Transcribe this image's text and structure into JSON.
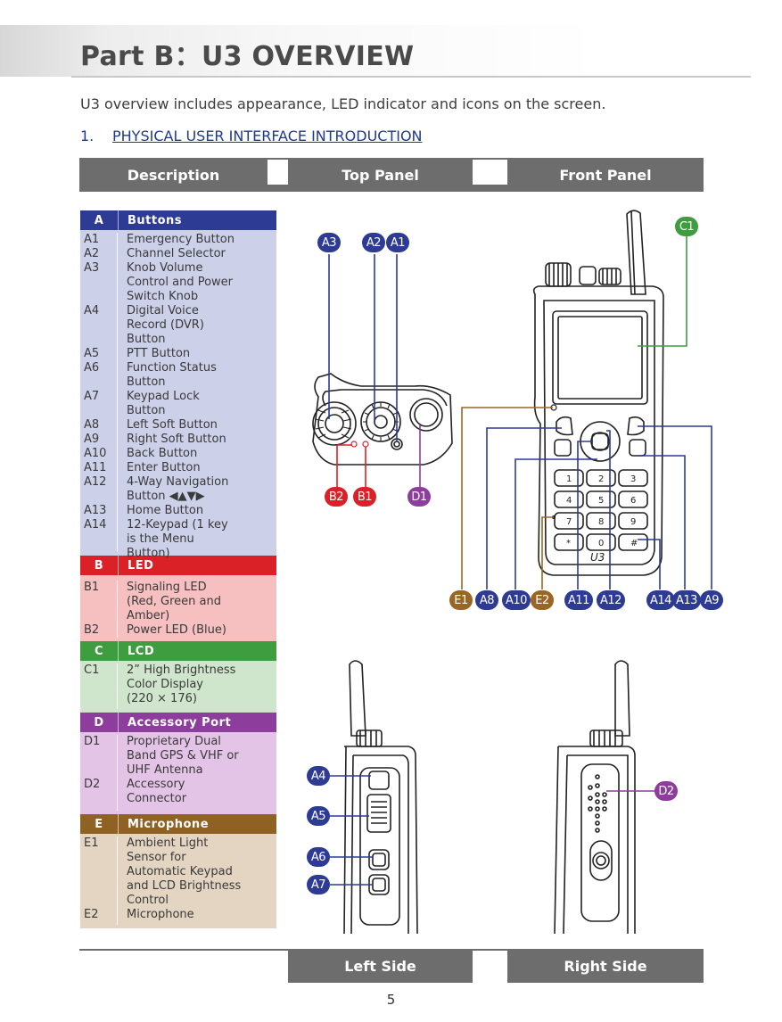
{
  "header": {
    "title": "Part B：U3 OVERVIEW",
    "intro": "U3 overview includes appearance, LED indicator and icons on the screen.",
    "section_number": "1.",
    "section_title": "PHYSICAL USER INTERFACE INTRODUCTION"
  },
  "tabs": {
    "description": "Description",
    "top_panel": "Top Panel",
    "front_panel": "Front Panel",
    "left_side": "Left Side",
    "right_side": "Right Side"
  },
  "groups": {
    "a": {
      "key": "A",
      "title": "Buttons",
      "color": "#2d3b95",
      "keys": [
        "A1",
        "A2",
        "A3",
        "",
        "",
        "A4",
        "",
        "",
        "A5",
        "A6",
        "",
        "A7",
        "",
        "A8",
        "A9",
        "A10",
        "A11",
        "A12",
        "",
        "A13",
        "A14",
        "",
        ""
      ],
      "lines": [
        "Emergency Button",
        "Channel Selector",
        "Knob Volume",
        "Control and Power",
        "Switch Knob",
        "Digital Voice",
        "Record (DVR)",
        "Button",
        "PTT Button",
        "Function Status",
        "Button",
        "Keypad Lock",
        "Button",
        "Left Soft Button",
        "Right Soft Button",
        "Back Button",
        "Enter Button",
        "4-Way Navigation",
        "Button  ◀▲▼▶",
        "Home Button",
        "12-Keypad (1 key",
        "is the Menu",
        "Button)"
      ]
    },
    "b": {
      "key": "B",
      "title": "LED",
      "color": "#da2128",
      "keys": [
        "B1",
        "",
        "",
        "B2"
      ],
      "lines": [
        "Signaling LED",
        "(Red, Green and",
        "Amber)",
        "Power LED (Blue)"
      ]
    },
    "c": {
      "key": "C",
      "title": "LCD",
      "color": "#3e9d3f",
      "keys": [
        "C1",
        "",
        ""
      ],
      "lines": [
        "2” High Brightness",
        "Color Display",
        "(220 × 176)"
      ]
    },
    "d": {
      "key": "D",
      "title": "Accessory Port",
      "color": "#8d3d9b",
      "keys": [
        "D1",
        "",
        "",
        "D2",
        ""
      ],
      "lines": [
        "Proprietary Dual",
        "Band GPS & VHF or",
        "UHF Antenna",
        "Accessory",
        "Connector"
      ]
    },
    "e": {
      "key": "E",
      "title": "Microphone",
      "color": "#8f6124",
      "keys": [
        "E1",
        "",
        "",
        "",
        "",
        "E2"
      ],
      "lines": [
        "Ambient Light",
        "Sensor for",
        "Automatic Keypad",
        "and LCD Brightness",
        "Control",
        "Microphone"
      ]
    }
  },
  "callouts": {
    "top": [
      "A3",
      "A2",
      "A1",
      "B2",
      "B1",
      "D1"
    ],
    "front": [
      "C1",
      "E1",
      "A8",
      "A10",
      "E2",
      "A11",
      "A12",
      "A14",
      "A13",
      "A9"
    ],
    "left": [
      "A4",
      "A5",
      "A6",
      "A7"
    ],
    "right": [
      "D2"
    ]
  },
  "device_text": {
    "model_mark": "U3",
    "keypad": [
      "1",
      "2",
      "3",
      "4",
      "5",
      "6",
      "7",
      "8",
      "9",
      "*",
      "0",
      "#"
    ]
  },
  "page_number": "5"
}
